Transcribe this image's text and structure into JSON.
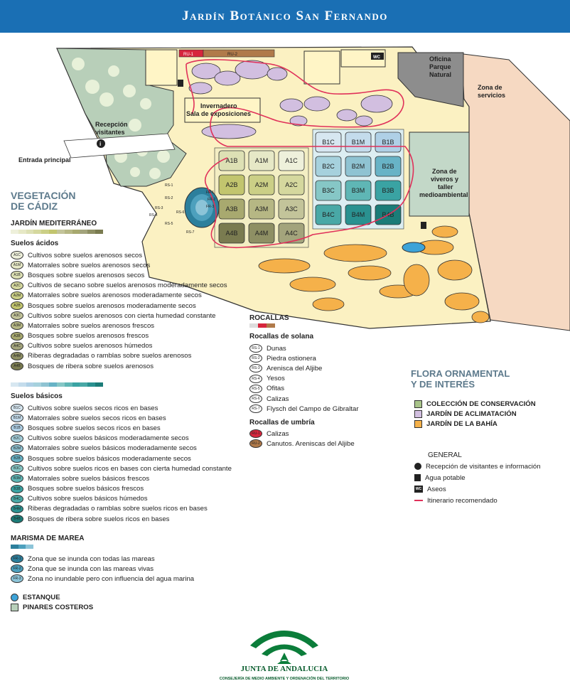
{
  "header": {
    "title": "Jardín Botánico San Fernando"
  },
  "colors": {
    "header_bg": "#1a6fb4",
    "map_base": "#fbf1c2",
    "path": "#e0315a",
    "pine": "#b8cfb9",
    "aclimatacion": "#d2bfe0",
    "bahia": "#f5b14a",
    "nursery": "#c3d8c8",
    "services": "#f6d9c2"
  },
  "map": {
    "labels": {
      "recepcion": [
        "Recepción",
        "visitantes"
      ],
      "entrada": "Entrada principal",
      "invernadero": [
        "Invernadero",
        "Sala de exposiciones"
      ],
      "oficina": [
        "Oficina",
        "Parque",
        "Natural"
      ],
      "servicios": [
        "Zona de",
        "servicios"
      ],
      "viveros": [
        "Zona de",
        "viveros y",
        "taller",
        "medioambiental"
      ],
      "ru1": "RU-1",
      "ru2": "RU-2",
      "wc": "WC"
    },
    "plots_a": [
      "A1B",
      "A1M",
      "A1C",
      "A2B",
      "A2M",
      "A2C",
      "A3B",
      "A3M",
      "A3C",
      "A4B",
      "A4M",
      "A4C"
    ],
    "plots_b": [
      "B1C",
      "B1M",
      "B1B",
      "B2C",
      "B2M",
      "B2B",
      "B3C",
      "B3M",
      "B3B",
      "B4C",
      "B4M",
      "B4B"
    ],
    "rocks": [
      "RS-1",
      "RS-2",
      "RS-3",
      "RS-4",
      "RS-5",
      "RS-6",
      "RS-7"
    ],
    "fr": [
      "FR-1",
      "FR-2",
      "FR-3"
    ]
  },
  "veg": {
    "title_l1": "VEGETACIÓN",
    "title_l2": "DE CÁDIZ",
    "mediterraneo": "JARDÍN MEDITERRÁNEO",
    "acidos": "Suelos ácidos",
    "acidos_items": [
      {
        "code": "A1C",
        "label": "Cultivos sobre suelos arenosos secos",
        "color": "#eef0db"
      },
      {
        "code": "A1M",
        "label": "Matorrales sobre suelos arenosos secos",
        "color": "#e6e8c6"
      },
      {
        "code": "A1B",
        "label": "Bosques sobre suelos arenosos secos",
        "color": "#dde0b4"
      },
      {
        "code": "A2C",
        "label": "Cultivos de secano sobre suelos arenosos moderadamente secos",
        "color": "#d5d89e"
      },
      {
        "code": "A2M",
        "label": "Matorrales sobre suelos arenosos moderadamente secos",
        "color": "#cbcf86"
      },
      {
        "code": "A2B",
        "label": "Bosques sobre suelos arenosos moderadamente secos",
        "color": "#c2c56e"
      },
      {
        "code": "A3C",
        "label": "Cultivos sobre suelos arenosos con cierta humedad constante",
        "color": "#c3c49a"
      },
      {
        "code": "A3M",
        "label": "Matorrales sobre suelos arenosos frescos",
        "color": "#b6b784"
      },
      {
        "code": "A3B",
        "label": "Bosques sobre suelos arenosos frescos",
        "color": "#a8a96f"
      },
      {
        "code": "A4C",
        "label": "Cultivos sobre suelos arenosos húmedos",
        "color": "#a3a47c"
      },
      {
        "code": "A4M",
        "label": "Riberas degradadas o ramblas sobre suelos arenosos",
        "color": "#8e8f64"
      },
      {
        "code": "A4B",
        "label": "Bosques de ribera sobre suelos arenosos",
        "color": "#7a7b50"
      }
    ],
    "basicos": "Suelos básicos",
    "basicos_items": [
      {
        "code": "B1C",
        "label": "Cultivos sobre suelos secos ricos en bases",
        "color": "#d7e7f1"
      },
      {
        "code": "B1M",
        "label": "Matorrales sobre suelos secos ricos en bases",
        "color": "#c4dcec"
      },
      {
        "code": "B1B",
        "label": "Bosques sobre suelos secos ricos en bases",
        "color": "#afd0e6"
      },
      {
        "code": "B2C",
        "label": "Cultivos sobre suelos básicos moderadamente secos",
        "color": "#a6d1dd"
      },
      {
        "code": "B2M",
        "label": "Matorrales sobre suelos básicos moderadamente secos",
        "color": "#8fc3d2"
      },
      {
        "code": "B2B",
        "label": "Bosques sobre suelos básicos moderadamente secos",
        "color": "#68b3c6"
      },
      {
        "code": "B3C",
        "label": "Cultivos sobre suelos ricos en bases con cierta humedad constante",
        "color": "#86c7c6"
      },
      {
        "code": "B3M",
        "label": "Matorrales sobre suelos básicos frescos",
        "color": "#5fb6b5"
      },
      {
        "code": "B3B",
        "label": "Bosques sobre suelos básicos frescos",
        "color": "#3aa3a3"
      },
      {
        "code": "B4C",
        "label": "Cultivos sobre suelos básicos húmedos",
        "color": "#49a8a6"
      },
      {
        "code": "B4M",
        "label": "Riberas degradadas o ramblas sobre suelos ricos en bases",
        "color": "#2a9190"
      },
      {
        "code": "B4B",
        "label": "Bosques de ribera sobre suelos ricos en bases",
        "color": "#1b7c78"
      }
    ],
    "marisma": "MARISMA DE MAREA",
    "marisma_items": [
      {
        "code": "FR-1",
        "label": "Zona que se inunda con todas las mareas",
        "color": "#2c7f9c"
      },
      {
        "code": "FR-2",
        "label": "Zona que se inunda con las mareas vivas",
        "color": "#4da0bd"
      },
      {
        "code": "FR-3",
        "label": "Zona no inundable pero con influencia del agua marina",
        "color": "#8cc4d8"
      }
    ],
    "estanque": "ESTANQUE",
    "pinares": "PINARES COSTEROS"
  },
  "rocallas": {
    "title": "ROCALLAS",
    "solana": "Rocallas de solana",
    "solana_items": [
      {
        "code": "RS-1",
        "label": "Dunas"
      },
      {
        "code": "RS-2",
        "label": "Piedra ostionera"
      },
      {
        "code": "RS-3",
        "label": "Arenisca del Aljibe"
      },
      {
        "code": "RS-4",
        "label": "Yesos"
      },
      {
        "code": "RS-5",
        "label": "Ofitas"
      },
      {
        "code": "RS-6",
        "label": "Calizas"
      },
      {
        "code": "RS-7",
        "label": "Flysch del Campo de Gibraltar"
      }
    ],
    "umbria": "Rocallas de umbría",
    "umbria_items": [
      {
        "code": "RU-1",
        "label": "Calizas",
        "color": "#d7263d"
      },
      {
        "code": "RU-2",
        "label": "Canutos. Areniscas del Aljibe",
        "color": "#b07a4a"
      }
    ]
  },
  "flora": {
    "title_l1": "FLORA ORNAMENTAL",
    "title_l2": "Y DE INTERÉS",
    "items": [
      {
        "label": "COLECCIÓN DE CONSERVACIÓN",
        "color": "#a9c48a"
      },
      {
        "label": "JARDÍN DE ACLIMATACIÓN",
        "color": "#d2bfe0"
      },
      {
        "label": "JARDÍN DE LA BAHÍA",
        "color": "#f5b14a"
      }
    ]
  },
  "general": {
    "title": "GENERAL",
    "items": [
      {
        "icon": "info",
        "label": "Recepción de visitantes e información"
      },
      {
        "icon": "water",
        "label": "Agua potable"
      },
      {
        "icon": "wc",
        "label": "Aseos",
        "glyph": "WC"
      },
      {
        "icon": "route",
        "label": "Itinerario recomendado"
      }
    ]
  },
  "logo": {
    "name": "JUNTA DE ANDALUCIA",
    "sub": "CONSEJERÍA DE MEDIO AMBIENTE Y ORDENACIÓN DEL TERRITORIO"
  }
}
